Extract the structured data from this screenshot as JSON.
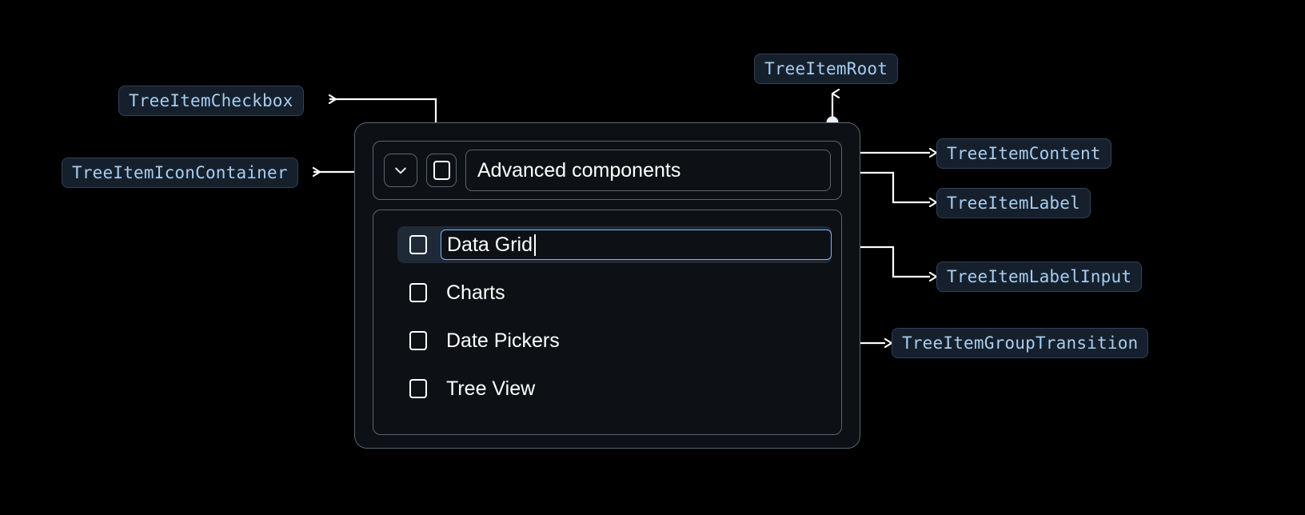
{
  "annotations": [
    {
      "id": "tree-item-checkbox",
      "label": "TreeItemCheckbox"
    },
    {
      "id": "tree-item-icon-container",
      "label": "TreeItemIconContainer"
    },
    {
      "id": "tree-item-root",
      "label": "TreeItemRoot"
    },
    {
      "id": "tree-item-content",
      "label": "TreeItemContent"
    },
    {
      "id": "tree-item-label",
      "label": "TreeItemLabel"
    },
    {
      "id": "tree-item-label-input",
      "label": "TreeItemLabelInput"
    },
    {
      "id": "tree-item-group-transition",
      "label": "TreeItemGroupTransition"
    }
  ],
  "widget": {
    "expand_icon": "chevron-down-icon",
    "parent_checkbox_state": "unchecked",
    "parent_label": "Advanced components",
    "items": [
      {
        "label": "Data Grid",
        "checkbox_state": "unchecked",
        "editing": true,
        "selected": true
      },
      {
        "label": "Charts",
        "checkbox_state": "unchecked",
        "editing": false,
        "selected": false
      },
      {
        "label": "Date Pickers",
        "checkbox_state": "unchecked",
        "editing": false,
        "selected": false
      },
      {
        "label": "Tree View",
        "checkbox_state": "unchecked",
        "editing": false,
        "selected": false
      }
    ],
    "editing_value": "Data Grid"
  },
  "colors": {
    "page_background": "#000000",
    "panel_background": "#0d1116",
    "panel_border": "#5c6470",
    "chip_background": "#16202c",
    "chip_border": "#31415a",
    "chip_text": "#a8cdf0",
    "selected_row": "#1e2a38",
    "input_focus_border": "#7fb6ef",
    "connector": "#ffffff",
    "text": "#ffffff"
  }
}
